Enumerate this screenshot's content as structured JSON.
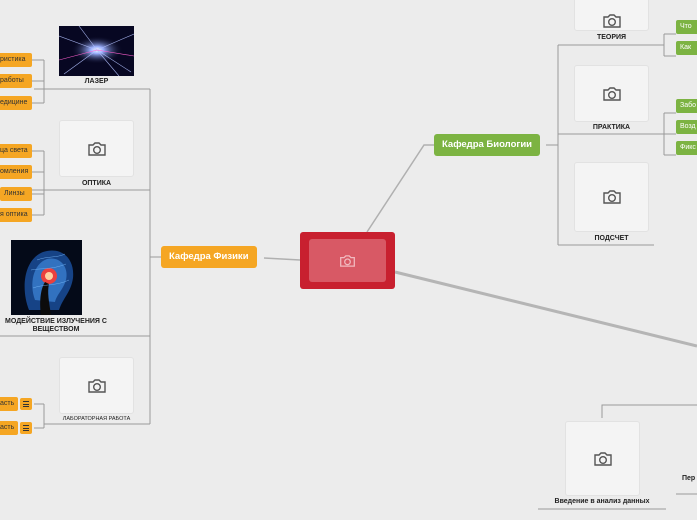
{
  "colors": {
    "background": "#ececec",
    "central": "#c8202f",
    "physics": "#f5a623",
    "biology": "#7cb342",
    "line": "#9a9a9a"
  },
  "central_topic": {
    "icon": "camera-icon"
  },
  "physics": {
    "label": "Кафедра Физики",
    "laser": {
      "caption": "ЛАЗЕР",
      "leaves": [
        "ристика",
        "работы",
        "едицине"
      ]
    },
    "optics": {
      "caption": "ОПТИКА",
      "leaves": [
        "ца света",
        "омления",
        "Линзы",
        "я оптика"
      ]
    },
    "interaction": {
      "caption": "МОДЕЙСТВИЕ ИЗЛУЧЕНИЯ С ВЕЩЕСТВОМ"
    },
    "lab": {
      "caption": "ЛАБОРАТОРНАЯ РАБОТА",
      "leaves": [
        "асть",
        "асть"
      ]
    }
  },
  "biology": {
    "label": "Кафедра Биологии",
    "theory": {
      "caption": "ТЕОРИЯ",
      "leaves": [
        "Что",
        "Как"
      ]
    },
    "practice": {
      "caption": "ПРАКТИКА",
      "leaves": [
        "Забо",
        "Возд",
        "Фикс"
      ]
    },
    "count": {
      "caption": "ПОДСЧЕТ"
    }
  },
  "data_analysis": {
    "caption": "Введение в анализ данных",
    "partial": "Пер"
  }
}
